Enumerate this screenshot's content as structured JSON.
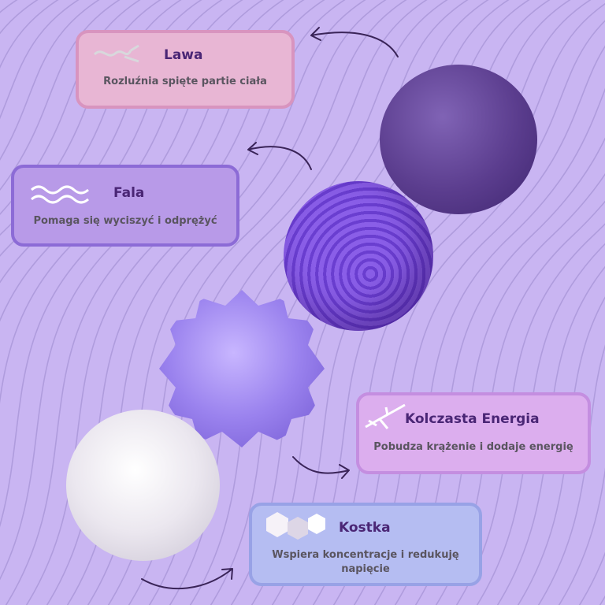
{
  "cards": [
    {
      "title": "Lawa",
      "desc": "Rozluźnia spięte partie ciała",
      "icon": "lava-crack-icon"
    },
    {
      "title": "Fala",
      "desc": "Pomaga się wyciszyć i odprężyć",
      "icon": "wave-icon"
    },
    {
      "title": "Kolczasta Energia",
      "desc": "Pobudza krążenie i dodaje energię",
      "icon": "spike-branch-icon"
    },
    {
      "title": "Kostka",
      "desc": "Wspiera koncentracje i redukuję napięcie",
      "icon": "hexagons-icon"
    }
  ],
  "colors": {
    "background": "#c9b5f2",
    "title": "#4a2675",
    "desc": "#5a5560"
  }
}
